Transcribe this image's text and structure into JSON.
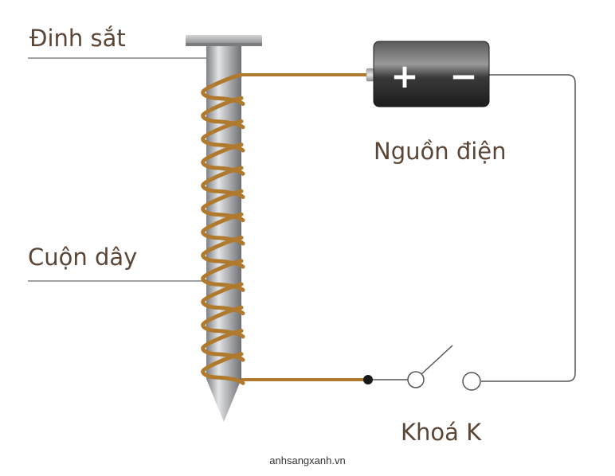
{
  "labels": {
    "nail": "Đinh sắt",
    "coil": "Cuộn dây",
    "source": "Nguồn điện",
    "switch": "Khoá K"
  },
  "battery": {
    "plus": "+",
    "minus": "−"
  },
  "credit": "anhsangxanh.vn",
  "colors": {
    "text": "#5a4636",
    "copper": "#b07a2e",
    "wire": "#555555",
    "battery_dark": "#2b2b2b",
    "nail": "#a9abad"
  },
  "icons": [
    "iron-nail",
    "copper-coil",
    "battery",
    "switch"
  ]
}
